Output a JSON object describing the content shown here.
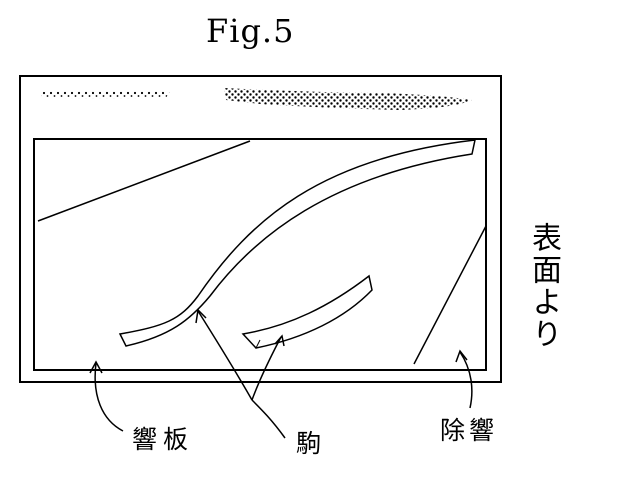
{
  "figure": {
    "title": "Fig.5"
  },
  "labels": {
    "soundboard": "響板",
    "bridge": "駒",
    "dampening": "除響",
    "from_front": "表面より"
  },
  "colors": {
    "ink": "#000000",
    "paper": "#ffffff"
  }
}
